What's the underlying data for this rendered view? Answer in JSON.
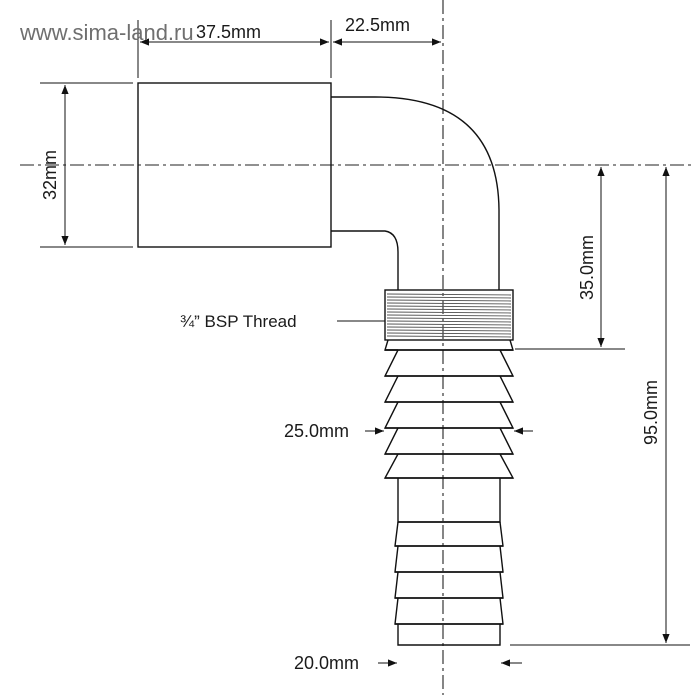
{
  "watermark": "www.sima-land.ru",
  "dimensions": {
    "top_left_width": "37.5mm",
    "top_right_offset": "22.5mm",
    "socket_height": "32mm",
    "thread_drop": "35.0mm",
    "overall_height": "95.0mm",
    "barb_max_diameter": "25.0mm",
    "barb_min_diameter": "20.0mm"
  },
  "labels": {
    "thread": "¾” BSP Thread"
  }
}
